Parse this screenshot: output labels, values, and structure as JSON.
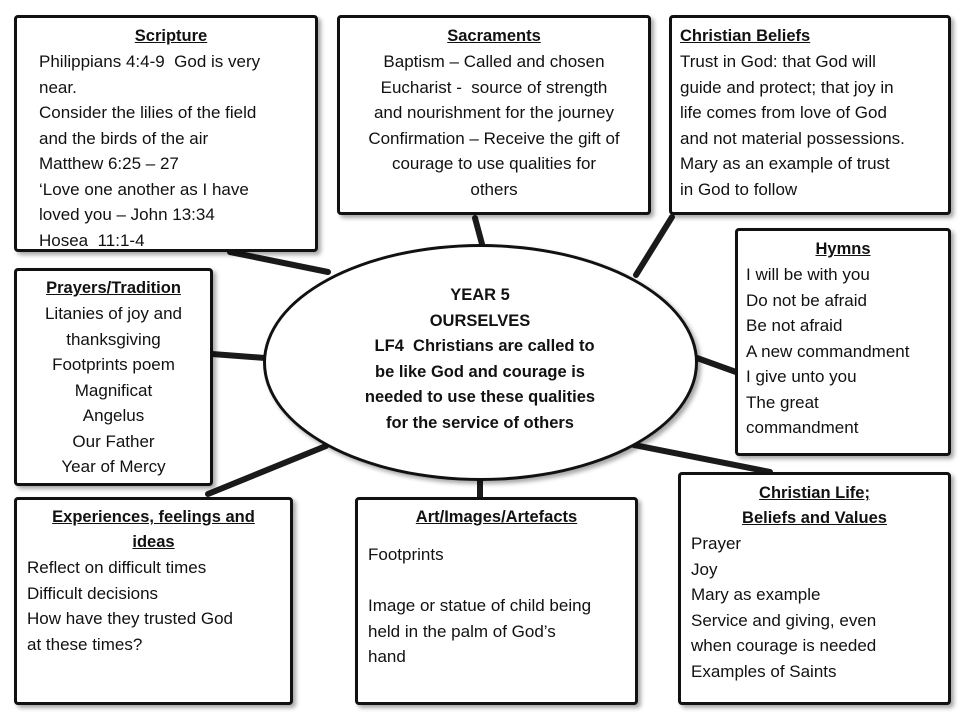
{
  "center": {
    "lines": [
      "YEAR 5",
      "OURSELVES",
      "  LF4  Christians are called to",
      "be like God and courage is",
      "needed to use these qualities",
      "for the service of others"
    ]
  },
  "scripture": {
    "title": "Scripture",
    "lines": [
      "Philippians 4:4-9  God is very",
      "near.",
      "Consider the lilies of the field",
      "and the birds of the air",
      "Matthew 6:25 – 27",
      "‘Love one another as I have",
      "loved you – John 13:34",
      "Hosea  11:1-4"
    ]
  },
  "sacraments": {
    "title": "Sacraments",
    "lines": [
      "Baptism – Called and chosen",
      "Eucharist -  source of strength",
      "and nourishment for the journey",
      "Confirmation – Receive the gift of",
      "courage to use qualities for",
      "others"
    ]
  },
  "beliefs": {
    "title": "Christian Beliefs",
    "lines": [
      "Trust in God: that God will",
      "guide and protect; that joy in",
      "life comes from love of God",
      "and not material possessions.",
      "Mary as an example of trust",
      "in God to follow"
    ]
  },
  "hymns": {
    "title": "Hymns",
    "lines": [
      "I will be with you",
      "Do not be afraid",
      "Be not afraid",
      "A new commandment",
      "I give unto you",
      "The great",
      "commandment"
    ]
  },
  "prayers": {
    "title": "Prayers/Tradition",
    "lines": [
      "Litanies of joy and",
      "thanksgiving",
      "Footprints poem",
      "Magnificat",
      "Angelus",
      "Our Father",
      "Year of Mercy"
    ]
  },
  "experiences": {
    "title_lines": [
      "Experiences, feelings and",
      "ideas"
    ],
    "lines": [
      "Reflect on difficult times",
      "Difficult decisions",
      "How have they trusted God",
      "at these times?"
    ]
  },
  "art": {
    "title": "Art/Images/Artefacts",
    "lines": [
      "Footprints",
      "",
      "Image or statue of child being",
      "held in the palm of God’s",
      "hand"
    ]
  },
  "life": {
    "title_lines": [
      "Christian Life;",
      "Beliefs and Values"
    ],
    "lines": [
      "Prayer",
      "Joy",
      "Mary as example",
      "Service and giving, even",
      "when courage is needed",
      "Examples of Saints"
    ]
  },
  "colors": {
    "border": "#111111",
    "background": "#ffffff",
    "text": "#111111"
  }
}
